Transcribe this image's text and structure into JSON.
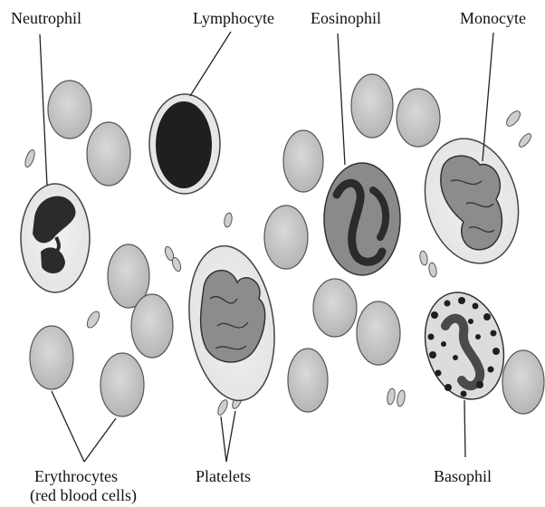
{
  "diagram": {
    "labels": {
      "neutrophil": "Neutrophil",
      "lymphocyte": "Lymphocyte",
      "eosinophil": "Eosinophil",
      "monocyte": "Monocyte",
      "erythrocytes_line1": "Erythrocytes",
      "erythrocytes_line2": "(red blood cells)",
      "platelets": "Platelets",
      "basophil": "Basophil"
    }
  }
}
